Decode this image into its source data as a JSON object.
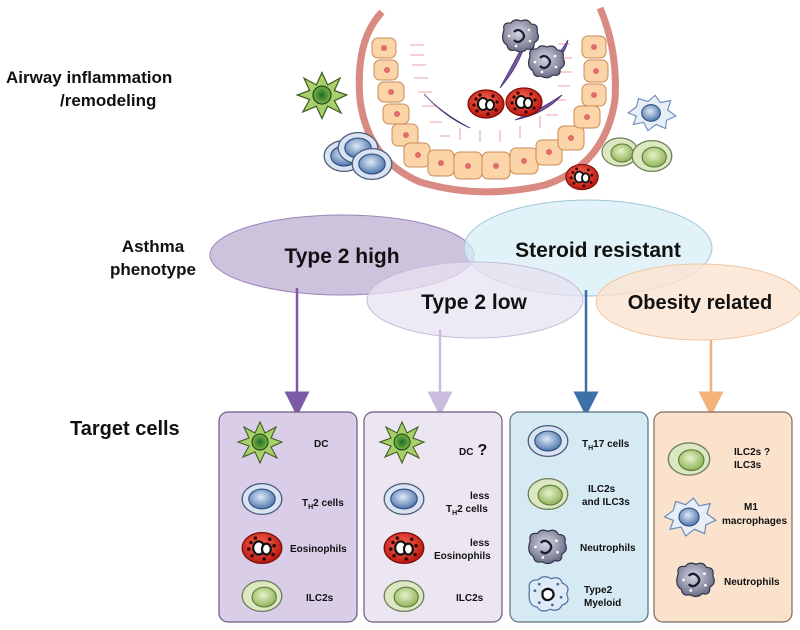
{
  "row_labels": {
    "airway_line1": "Airway inflammation",
    "airway_line2": "/remodeling",
    "asthma_line1": "Asthma",
    "asthma_line2": "phenotype",
    "target": "Target cells"
  },
  "phenotypes": {
    "type2_high": "Type 2 high",
    "steroid_resistant": "Steroid resistant",
    "type2_low": "Type 2 low",
    "obesity_related": "Obesity related"
  },
  "boxes": {
    "type2_high": {
      "dc": "DC",
      "th_main": "T",
      "th_sub": "H",
      "th_rest": "2 cells",
      "eos": "Eosinophils",
      "ilc": "ILC2s"
    },
    "type2_low": {
      "dc": "DC",
      "dc_q": "?",
      "less1": "less",
      "th_main": "T",
      "th_sub": "H",
      "th_rest": "2 cells",
      "less2": "less",
      "eos": "Eosinophils",
      "ilc": "ILC2s"
    },
    "steroid": {
      "th_main": "T",
      "th_sub": "H",
      "th_rest": "17 cells",
      "ilc_l1": "ILC2s",
      "ilc_l2": "and ILC3s",
      "neut": "Neutrophils",
      "myeloid_l1": "Type2",
      "myeloid_l2": "Myeloid"
    },
    "obesity": {
      "ilc_l1": "ILC2s ?",
      "ilc_l2": "ILC3s",
      "m1_l1": "M1",
      "m1_l2": "macrophages",
      "neut": "Neutrophils"
    }
  },
  "colors": {
    "type2_high": "#b9a9cf",
    "steroid_resistant": "#d7eef5",
    "type2_low": "#e7e2f1",
    "obesity_related": "#fbe3cf",
    "arrow_high": "#7d5aa6",
    "arrow_low": "#c9bcdc",
    "arrow_steroid": "#3d6fa8",
    "arrow_obesity": "#f2b27a"
  }
}
